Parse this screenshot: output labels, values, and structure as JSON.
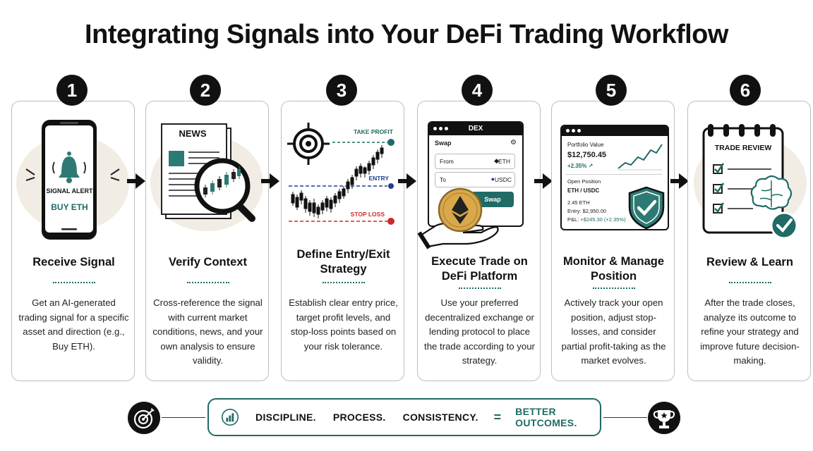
{
  "title": "Integrating Signals into Your DeFi Trading Workflow",
  "steps": [
    {
      "number": "1",
      "title": "Receive Signal",
      "description": "Get an AI-generated trading signal for a specific asset and direction (e.g., Buy ETH).",
      "phone": {
        "alert_label": "SIGNAL ALERT",
        "action": "BUY ETH"
      }
    },
    {
      "number": "2",
      "title": "Verify Context",
      "description": "Cross-reference the signal with current market conditions, news, and your own analysis to ensure validity.",
      "paper": {
        "header": "NEWS"
      }
    },
    {
      "number": "3",
      "title": "Define Entry/Exit Strategy",
      "description": "Establish clear entry price, target profit levels, and stop-loss points based on your risk tolerance.",
      "chart": {
        "take_profit": "TAKE PROFIT",
        "entry": "ENTRY",
        "stop_loss": "STOP LOSS"
      }
    },
    {
      "number": "4",
      "title": "Execute Trade on DeFi Platform",
      "description": "Use your preferred decentralized exchange or lending protocol to place the trade according to your strategy.",
      "dex": {
        "window_title": "DEX",
        "panel_title": "Swap",
        "from_label": "From",
        "from_token": "ETH",
        "to_label": "To",
        "to_token": "USDC",
        "button": "Swap"
      }
    },
    {
      "number": "5",
      "title": "Monitor & Manage Position",
      "description": "Actively track your open position, adjust stop-losses, and consider partial profit-taking as the market evolves.",
      "portfolio": {
        "label": "Portfolio Value",
        "value": "$12,750.45",
        "change": "+2.35% ↗",
        "open_position": "Open Position",
        "pair": "ETH / USDC",
        "amount": "2.45 ETH",
        "entry": "Entry: $2,950.00",
        "pnl_label": "P&L:",
        "pnl_value": "+$245.30 (+2.35%)"
      }
    },
    {
      "number": "6",
      "title": "Review & Learn",
      "description": "After the trade closes, analyze its outcome to refine your strategy and improve future decision-making.",
      "notebook": {
        "header": "TRADE REVIEW"
      }
    }
  ],
  "footer": {
    "words": [
      "DISCIPLINE.",
      "PROCESS.",
      "CONSISTENCY."
    ],
    "equals": "=",
    "outcome": "BETTER OUTCOMES."
  },
  "colors": {
    "accent": "#1f6b66",
    "dark": "#111111",
    "red": "#cc2b2b",
    "blob": "#f1ede4",
    "gold": "#d9a84a"
  }
}
